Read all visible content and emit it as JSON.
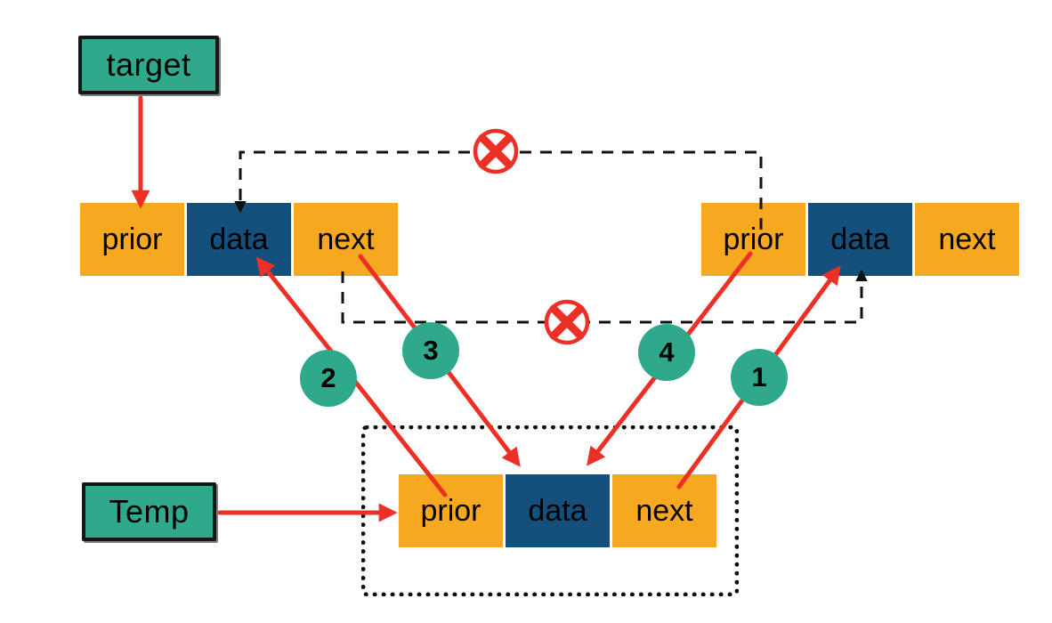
{
  "labels": {
    "target": "target",
    "temp": "Temp"
  },
  "nodes": {
    "left": {
      "fields": [
        "prior",
        "data",
        "next"
      ]
    },
    "right": {
      "fields": [
        "prior",
        "data",
        "next"
      ]
    },
    "temp": {
      "fields": [
        "prior",
        "data",
        "next"
      ]
    }
  },
  "steps": [
    "1",
    "2",
    "3",
    "4"
  ],
  "colors": {
    "teal": "#2fa98c",
    "orange": "#f7a821",
    "blue": "#14507b",
    "red": "#ed3026",
    "ink": "#111111"
  }
}
